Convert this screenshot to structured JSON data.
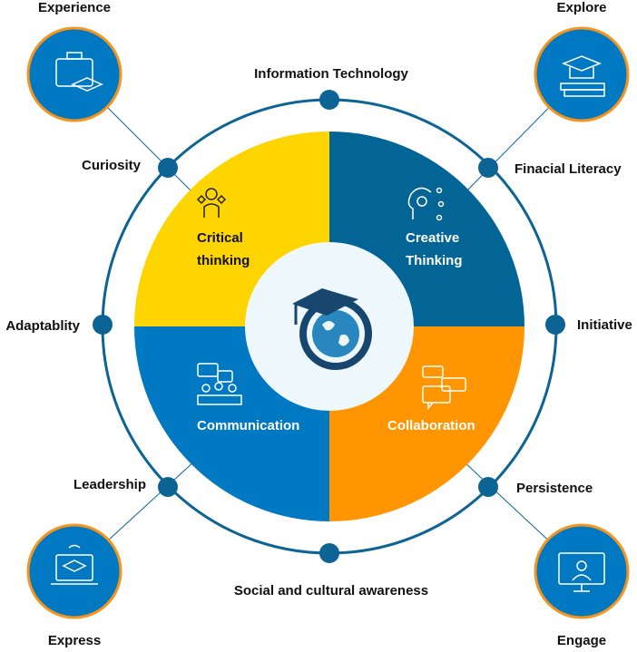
{
  "colors": {
    "yellow": "#FFD500",
    "dark_blue": "#036496",
    "blue": "#0079C2",
    "orange": "#FF9500",
    "ring": "#0B6494",
    "center": "#EEF8FC",
    "corner_border": "#F7941D"
  },
  "corners": [
    {
      "label": "Experience",
      "icon": "briefcase-graduation-icon"
    },
    {
      "label": "Explore",
      "icon": "books-graduation-cap-icon"
    },
    {
      "label": "Express",
      "icon": "laptop-graduation-icon"
    },
    {
      "label": "Engage",
      "icon": "online-meeting-monitor-icon"
    }
  ],
  "ring_labels": {
    "top": "Information Technology",
    "top_left": "Curiosity",
    "top_right": "Finacial Literacy",
    "left": "Adaptablity",
    "right": "Initiative",
    "bottom_left": "Leadership",
    "bottom_right": "Persistence",
    "bottom": "Social and cultural awareness"
  },
  "segments": [
    {
      "line1": "Critical",
      "line2": "thinking",
      "icon": "robot-thinking-icon"
    },
    {
      "line1": "Creative",
      "line2": "Thinking",
      "icon": "head-gear-icon"
    },
    {
      "line1": "Communication",
      "icon": "group-chat-icon"
    },
    {
      "line1": "Collaboration",
      "icon": "chat-bubbles-icon"
    }
  ],
  "center_logo": "graduation-globe-logo-icon"
}
